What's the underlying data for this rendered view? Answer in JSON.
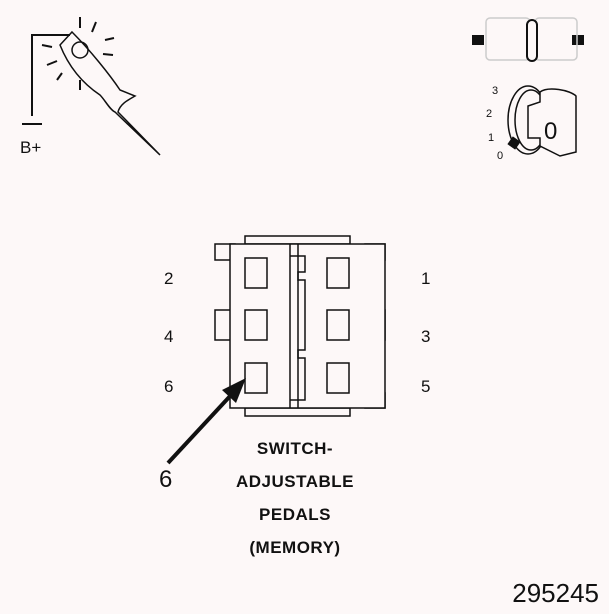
{
  "test_light": {
    "supply_label": "B+",
    "icon": "test-light-probe"
  },
  "ignition_indicator": {
    "icon": "ignition-key-switch",
    "positions": [
      "3",
      "2",
      "1",
      "0"
    ],
    "key_position": "0"
  },
  "connector_indicator": {
    "icon": "disconnected-connector"
  },
  "connector": {
    "title_lines": [
      "SWITCH-",
      "ADJUSTABLE",
      "PEDALS",
      "(MEMORY)"
    ],
    "pins_left": [
      "2",
      "4",
      "6"
    ],
    "pins_right": [
      "1",
      "3",
      "5"
    ],
    "callout_pin": "6"
  },
  "figure_number": "295245"
}
